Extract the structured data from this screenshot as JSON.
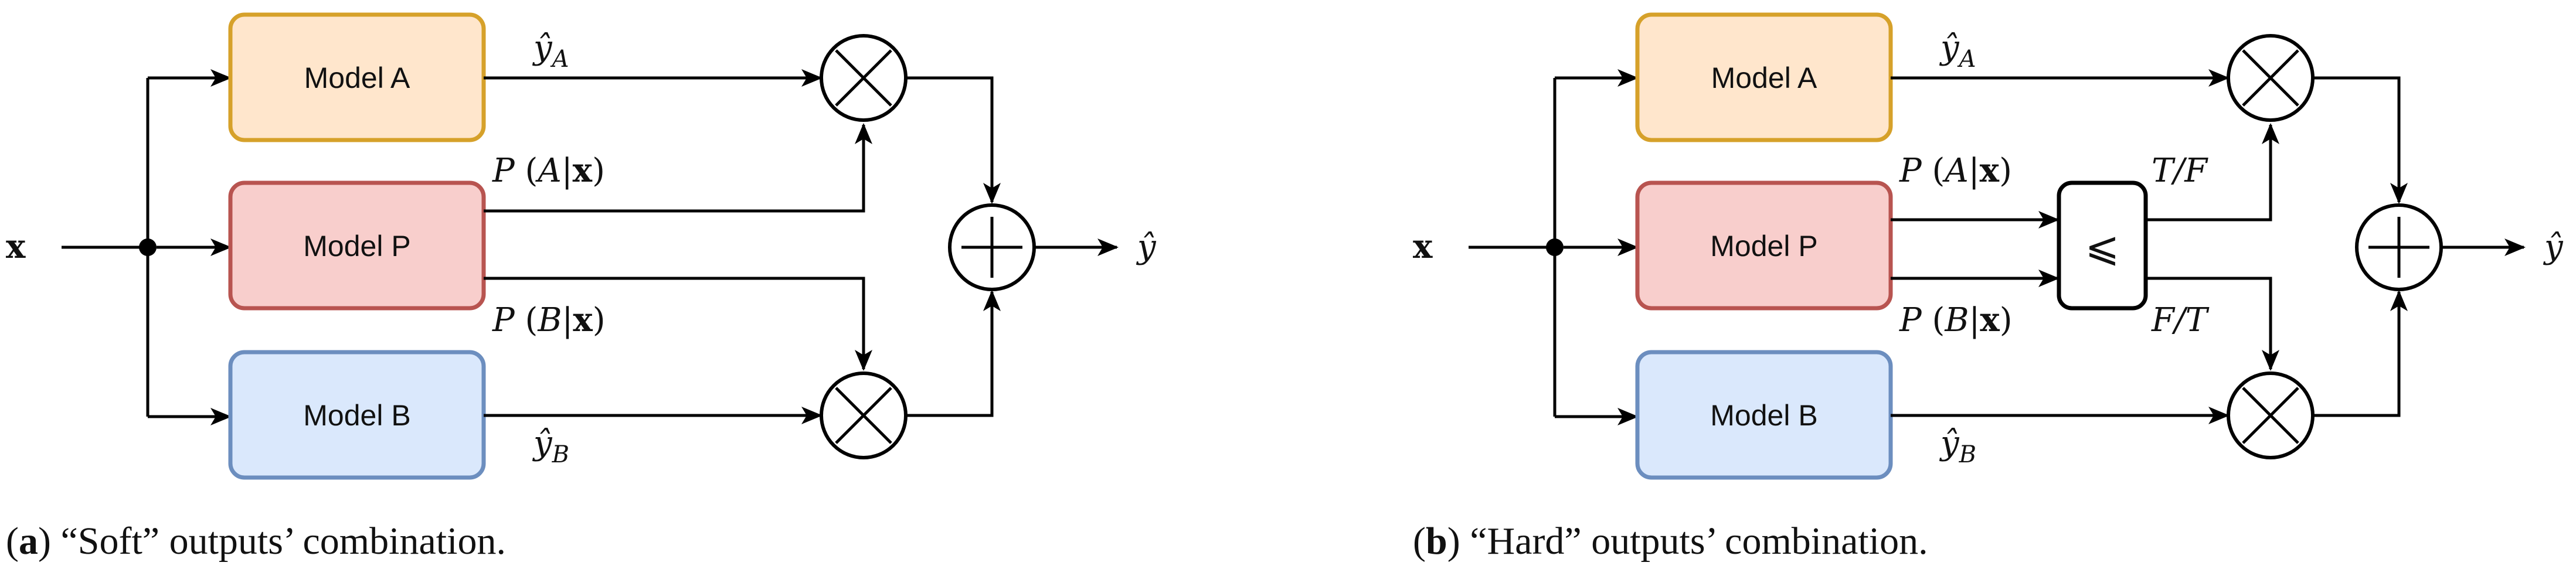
{
  "panels": [
    {
      "caption_label": "a",
      "caption_text": " “Soft” outputs’ combination.",
      "input": "x",
      "boxes": {
        "a": {
          "label": "Model A",
          "fill": "#ffe6cc",
          "stroke": "#d6a12a"
        },
        "p": {
          "label": "Model P",
          "fill": "#f8cecc",
          "stroke": "#b85450"
        },
        "b": {
          "label": "Model B",
          "fill": "#dae8fc",
          "stroke": "#6c8ebf"
        }
      },
      "labels": {
        "ya": "ŷ_A",
        "yb": "ŷ_B",
        "pa": "P (A|x)",
        "pb": "P (B|x)",
        "out": "ŷ"
      }
    },
    {
      "caption_label": "b",
      "caption_text": " “Hard” outputs’ combination.",
      "input": "x",
      "boxes": {
        "a": {
          "label": "Model A",
          "fill": "#ffe6cc",
          "stroke": "#d6a12a"
        },
        "p": {
          "label": "Model P",
          "fill": "#f8cecc",
          "stroke": "#b85450"
        },
        "b": {
          "label": "Model B",
          "fill": "#dae8fc",
          "stroke": "#6c8ebf"
        }
      },
      "labels": {
        "ya": "ŷ_A",
        "yb": "ŷ_B",
        "pa": "P (A|x)",
        "pb": "P (B|x)",
        "out": "ŷ",
        "comparator": "⩽",
        "tf": "T/F",
        "ft": "F/T"
      }
    }
  ]
}
